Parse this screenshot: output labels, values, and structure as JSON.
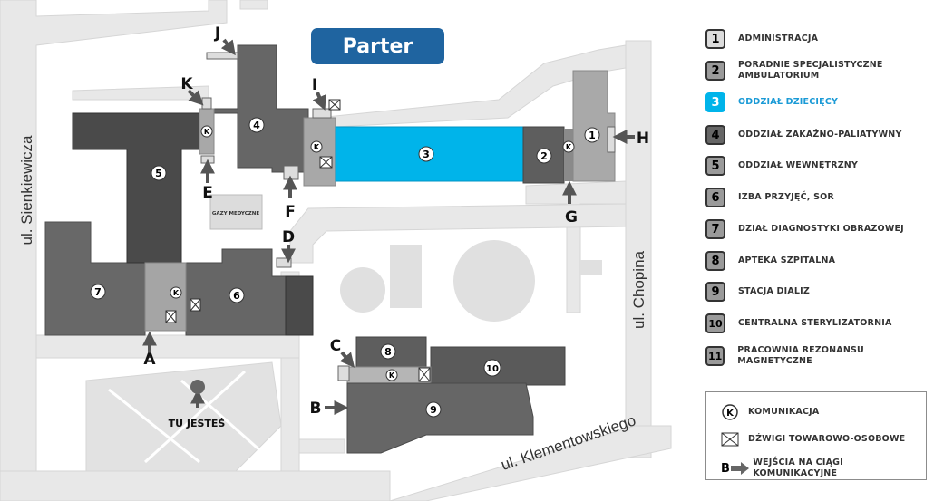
{
  "title": "Parter",
  "streets": {
    "sienkiewicza": "ul. Sienkiewicza",
    "chopina": "ul. Chopina",
    "klementowskiego": "ul. Klementowskiego"
  },
  "buildings": [
    {
      "number": "1",
      "name": "ADMINISTRACJA"
    },
    {
      "number": "2",
      "name": "PORADNIE SPECJALISTYCZNE AMBULATORIUM"
    },
    {
      "number": "3",
      "name": "ODDZIAŁ DZIECIĘCY"
    },
    {
      "number": "4",
      "name": "ODDZIAŁ ZAKAŹNO-PALIATYWNY"
    },
    {
      "number": "5",
      "name": "ODDZIAŁ WEWNĘTRZNY"
    },
    {
      "number": "6",
      "name": "IZBA PRZYJĘĆ, SOR"
    },
    {
      "number": "7",
      "name": "DZIAŁ DIAGNOSTYKI OBRAZOWEJ"
    },
    {
      "number": "8",
      "name": "APTEKA SZPITALNA"
    },
    {
      "number": "9",
      "name": "STACJA DIALIZ"
    },
    {
      "number": "10",
      "name": "CENTRALNA STERYLIZATORNIA"
    },
    {
      "number": "11",
      "name": "PRACOWNIA REZONANSU MAGNETYCZNE"
    }
  ],
  "highlight": "3",
  "entrances": [
    "A",
    "B",
    "C",
    "D",
    "E",
    "F",
    "G",
    "H",
    "I",
    "J",
    "K"
  ],
  "communication_marker": "K",
  "gas_label": "GAZY MEDYCZNE",
  "you_are_here": "TU JESTEŚ",
  "legend_extra": {
    "comm_symbol": "K",
    "comm_label": "KOMUNIKACJA",
    "elevator_label": "DŹWIGI TOWAROWO-OSOBOWE",
    "entrance_symbol": "B",
    "entrance_label": "WEJŚCIA NA CIĄGI KOMUNIKACYJNE"
  },
  "colors": {
    "highlight": "#00b4ea",
    "title_bg": "#1f64a0",
    "highlight_text": "#1a9ad6",
    "dark_building": "#4a4a4a",
    "mid_building": "#666666",
    "light_building": "#a9a9a9",
    "road": "#e6e6e6"
  }
}
